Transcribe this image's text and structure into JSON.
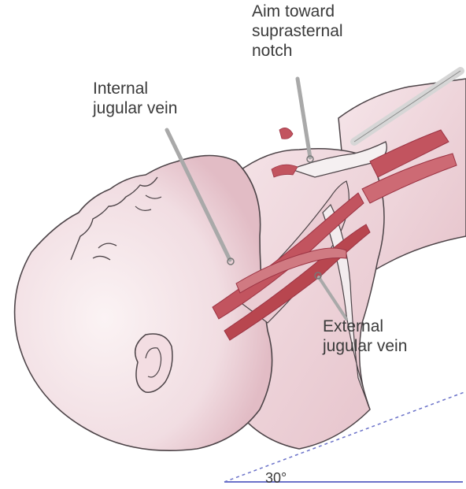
{
  "labels": {
    "aim": {
      "line1": "Aim toward",
      "line2": "suprasternal",
      "line3": "notch"
    },
    "internal_jugular": {
      "line1": "Internal",
      "line2": "jugular vein"
    },
    "external_jugular": {
      "line1": "External",
      "line2": "jugular vein"
    },
    "angle": "30°"
  },
  "colors": {
    "skin_fill": "#f7e9ec",
    "skin_shadow": "#e8c7cf",
    "outline": "#4d4448",
    "vessel": "#c2545f",
    "vessel_dark": "#9b3343",
    "needle": "#a9a9a9",
    "guide_line": "#6b72c9",
    "label_text": "#3a3a3a"
  }
}
